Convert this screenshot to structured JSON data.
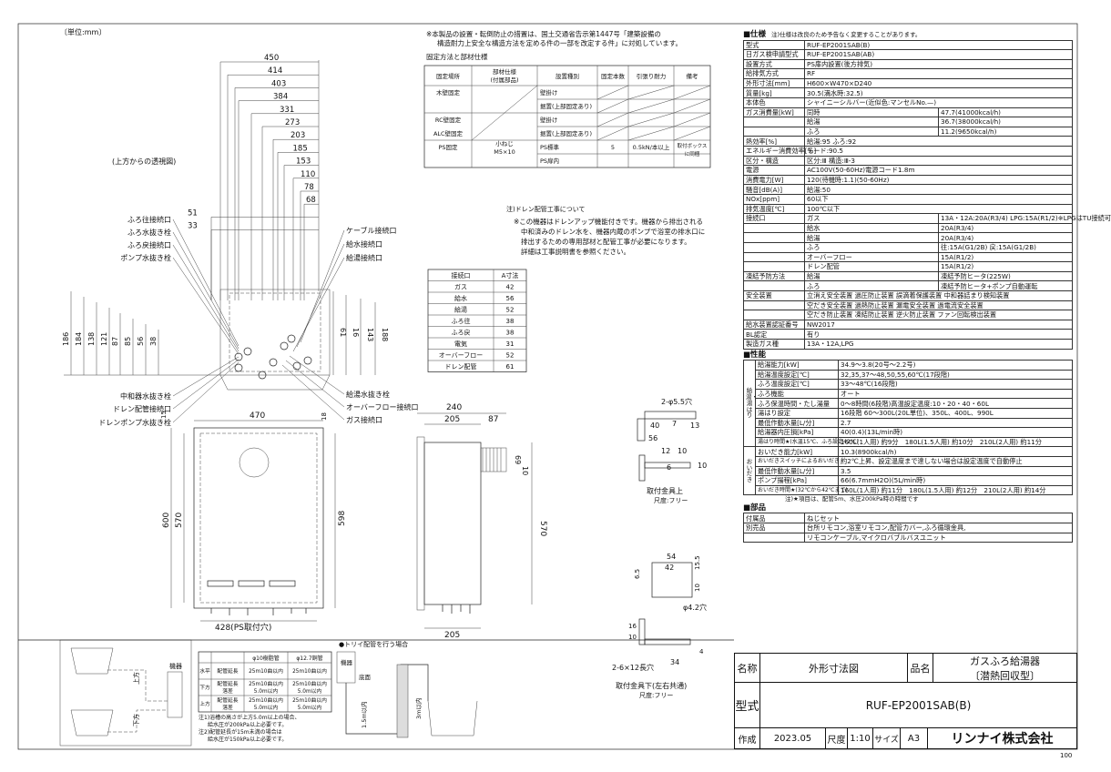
{
  "drawing": {
    "unit_label": "〔単位:mm〕",
    "top_view_label": "(上方からの透視図)",
    "top_dims": [
      "450",
      "414",
      "403",
      "384",
      "331",
      "273",
      "203",
      "185",
      "153",
      "110",
      "78",
      "68",
      "51",
      "33"
    ],
    "left_labels": [
      "ふろ往接続口",
      "ふろ水抜き栓",
      "ふろ戻接続口",
      "ポンプ水抜き栓",
      "中和器水抜き栓",
      "ドレン配管接続口",
      "ドレンポンプ水抜き栓"
    ],
    "right_labels": [
      "ケーブル接続口",
      "給水接続口",
      "給湯接続口",
      "給湯水抜き栓",
      "オーバーフロー接続口",
      "ガス接続口"
    ],
    "left_vert_dims": [
      "186",
      "184",
      "138",
      "121",
      "87",
      "85",
      "56",
      "38"
    ],
    "right_vert_dims": [
      "61",
      "16",
      "143",
      "188"
    ],
    "front_dims": {
      "width": "470",
      "bottom": "428(PS取付穴)",
      "top_offset": "15",
      "right_offset": "18",
      "h1": "600",
      "h2": "570",
      "h3": "598"
    },
    "side_dims": {
      "w": "240",
      "a": "205",
      "b": "87",
      "c": "69",
      "d": "10",
      "e": "570",
      "f": "205"
    },
    "bracket_top": {
      "hole": "2-φ5.5穴",
      "d1": "40",
      "d2": "7",
      "d3": "13",
      "d4": "56",
      "d5": "12",
      "d6": "10",
      "d7": "6",
      "d8": "10",
      "label": "取付金具上",
      "scale": "尺度:フリー"
    },
    "bracket_bottom": {
      "d1": "54",
      "d2": "42",
      "d3": "6.5",
      "d4": "15.5",
      "d5": "10",
      "hole": "φ4.2穴",
      "d6": "16",
      "d7": "10",
      "slot": "2-6×12長穴",
      "d8": "34",
      "d9": "4",
      "label": "取付金具下(左右共通)",
      "scale": "尺度:フリー"
    }
  },
  "notes": {
    "top_note_1": "※本製品の設置・転倒防止の措置は、国土交通省告示第1447号「建築設備の",
    "top_note_2": "構造耐力上安全な構造方法を定める件の一部を改定する件」に対処しています。",
    "fixing_title": "固定方法と部材仕様",
    "fixing_headers": [
      "固定場所",
      "部材仕様(付属部品)",
      "設置種別",
      "固定本数",
      "引張り耐力",
      "備考"
    ],
    "fixing_rows": [
      [
        "木壁固定",
        "",
        "壁掛け",
        "",
        "",
        ""
      ],
      [
        "",
        "",
        "据置(上部固定あり)",
        "",
        "",
        ""
      ],
      [
        "RC壁固定",
        "",
        "壁掛け",
        "",
        "",
        ""
      ],
      [
        "ALC壁固定",
        "",
        "据置(上部固定あり)",
        "",
        "",
        ""
      ],
      [
        "PS固定",
        "小ねじ M5×10",
        "PS標準",
        "5",
        "0.5kN/本以上",
        "取付ボックスに同梱"
      ],
      [
        "",
        "",
        "PS扉内",
        "",
        "",
        ""
      ]
    ],
    "drain_title": "注)ドレン配管工事について",
    "drain_lines": [
      "※この機器はドレンアップ機能付きです。機器から排出される",
      "中和済みのドレン水を、機器内蔵のポンプで浴室の排水口に",
      "排出するための専用部材と配管工事が必要になります。",
      "詳細は工事説明書を参照ください。"
    ],
    "port_headers": [
      "接続口",
      "A寸法"
    ],
    "port_rows": [
      [
        "ガス",
        "42"
      ],
      [
        "給水",
        "56"
      ],
      [
        "給湯",
        "52"
      ],
      [
        "ふろ往",
        "38"
      ],
      [
        "ふろ戻",
        "38"
      ],
      [
        "電気",
        "31"
      ],
      [
        "オーバーフロー",
        "52"
      ],
      [
        "ドレン配管",
        "61"
      ]
    ]
  },
  "pipe": {
    "headers": [
      "",
      "",
      "φ10樹脂管",
      "φ12.7銅管"
    ],
    "rows": [
      [
        "水平",
        "配管延長",
        "25m10曲以内",
        "25m10曲以内"
      ],
      [
        "下方",
        "配管延長 落差",
        "25m10曲以内 5.0m以内",
        "25m10曲以内 5.0m以内"
      ],
      [
        "上方",
        "配管延長 落差",
        "25m10曲以内 5.0m以内",
        "25m10曲以内 5.0m以内"
      ]
    ],
    "labels": {
      "up": "上方",
      "down": "下方",
      "unit": "機器"
    },
    "footnotes": [
      "注1)浴槽の高さが上方5.0m以上の場合、",
      "給水圧が200kPa以上必要です。",
      "注2)配管延長が15m未満の場合は",
      "給水圧が150kPa以上必要です。"
    ],
    "trap_title": "●トリイ配管を行う場合",
    "trap_labels": {
      "unit": "機器",
      "bottom": "底面",
      "h1": "1.5m以内",
      "h2": "3m以内"
    }
  },
  "spec": {
    "title": "■仕様",
    "note": "注)仕様は改良のため予告なく変更することがあります。",
    "rows": [
      [
        "型式",
        "",
        "RUF-EP2001SAB(B)"
      ],
      [
        "日ガス検申請型式",
        "",
        "RUF-EP2001SAB(AB)"
      ],
      [
        "設置方式",
        "",
        "PS扉内設置(後方排気)"
      ],
      [
        "給排気方式",
        "",
        "RF"
      ],
      [
        "外形寸法[mm]",
        "",
        "H600×W470×D240"
      ],
      [
        "質量[kg]",
        "",
        "30.5(満水時:32.5)"
      ],
      [
        "本体色",
        "",
        "シャイニーシルバー(近似色:マンセルNo.—)"
      ],
      [
        "ガス消費量[kW]",
        "同時",
        "47.7(41000kcal/h)"
      ],
      [
        "",
        "給湯",
        "36.7(38000kcal/h)"
      ],
      [
        "",
        "ふろ",
        "11.2(9650kcal/h)"
      ],
      [
        "熱効率[%]",
        "",
        "給湯:95 ふろ:92"
      ],
      [
        "エネルギー消費効率[%]",
        "",
        "モード:90.5"
      ],
      [
        "区分・構造",
        "",
        "区分:Ⅲ 構造:Ⅲ-3"
      ],
      [
        "電源",
        "",
        "AC100V(50-60Hz)電源コード1.8m"
      ],
      [
        "消費電力[W]",
        "",
        "120(待機時:1.1)(50-60Hz)"
      ],
      [
        "騒音[dB(A)]",
        "",
        "給湯:50"
      ],
      [
        "NOx[ppm]",
        "",
        "60以下"
      ],
      [
        "排気温度[℃]",
        "",
        "100℃以下"
      ],
      [
        "接続口",
        "ガス",
        "13A・12A:20A(R3/4) LPG:15A(R1/2)※LPGはTU接続可"
      ],
      [
        "",
        "給水",
        "20A(R3/4)"
      ],
      [
        "",
        "給湯",
        "20A(R3/4)"
      ],
      [
        "",
        "ふろ",
        "往:15A(G1/2B) 戻:15A(G1/2B)"
      ],
      [
        "",
        "オーバーフロー",
        "15A(R1/2)"
      ],
      [
        "",
        "ドレン配管",
        "15A(R1/2)"
      ],
      [
        "凍結予防方法",
        "給湯",
        "凍結予防ヒータ(225W)"
      ],
      [
        "",
        "ふろ",
        "凍結予防ヒータ+ポンプ自動運転"
      ],
      [
        "安全装置",
        "",
        "立消え安全装置 過圧防止装置 誤滴着保護装置 中和器詰まり検知装置"
      ],
      [
        "",
        "",
        "空だき安全装置 過熱防止装置 漏電安全装置 過電流安全装置"
      ],
      [
        "",
        "",
        "空だき防止装置 凍結防止装置 逆火防止装置 ファン回転検出装置"
      ],
      [
        "給水装置認証番号",
        "",
        "NW2017"
      ],
      [
        "BL認定",
        "",
        "有り"
      ],
      [
        "製造ガス種",
        "",
        "13A・12A,LPG"
      ]
    ],
    "perf_title": "■性能",
    "perf_side_1": "給湯・湯はり",
    "perf_side_2": "おいだき",
    "perf_rows": [
      [
        "給湯能力[kW]",
        "34.9〜3.8(20号〜2.2号)"
      ],
      [
        "給湯温度設定[℃]",
        "32,35,37〜48,50,55,60℃(17段階)"
      ],
      [
        "ふろ温度設定[℃]",
        "33〜48℃(16段階)"
      ],
      [
        "ふろ機能",
        "オート"
      ],
      [
        "ふろ保温時間・たし湯量",
        "0〜8時間(6段階)高温設定温度:10・20・40・60L"
      ],
      [
        "湯はり設定",
        "16段階 60〜300L(20L単位)、350L、400L、990L"
      ],
      [
        "最低作動水量[L/分]",
        "2.7"
      ],
      [
        "給湯器内圧損[kPa]",
        "40(0.4)(13L/min時)"
      ],
      [
        "湯はり時間★(水温15℃、ふろ設定42℃)",
        "160L(1人用) 約9分　180L(1.5人用) 約10分　210L(2人用) 約11分"
      ],
      [
        "おいだき能力[kW]",
        "10.3(8900kcal/h)"
      ],
      [
        "おいだきスイッチによるおいだき",
        "約2℃上昇、設定温度まで達しない場合は設定温度で自動停止"
      ],
      [
        "最低作動水量[L/分]",
        "3.5"
      ],
      [
        "ポンプ揚程[kPa]",
        "66(6.7mmH2O)(5L/min時)"
      ],
      [
        "おいだき時間★(32℃から42℃まで)",
        "160L(1人用) 約11分　180L(1.5人用) 約12分　210L(2人用) 約14分"
      ]
    ],
    "perf_note": "注)★項目は、配管5m、水圧200kPa時の時間です",
    "parts_title": "■部品",
    "parts_rows": [
      [
        "付属品",
        "ねじセット"
      ],
      [
        "別売品",
        "台所リモコン,浴室リモコン,配管カバー,ふろ循環金具,"
      ],
      [
        "",
        "リモコンケーブル,マイクロバブルバスユニット"
      ]
    ]
  },
  "title_block": {
    "name_label": "名称",
    "name_value": "外形寸法図",
    "product_label": "品名",
    "product_value_1": "ガスふろ給湯器",
    "product_value_2": "〔潜熱回収型〕",
    "model_label": "型式",
    "model_value": "RUF-EP2001SAB(B)",
    "made_label": "作成",
    "date": "2023.05",
    "scale_label": "尺度",
    "scale_value": "1:10",
    "size_label": "サイズ",
    "size_value": "A3",
    "company": "リンナイ株式会社",
    "page_no": "100"
  }
}
